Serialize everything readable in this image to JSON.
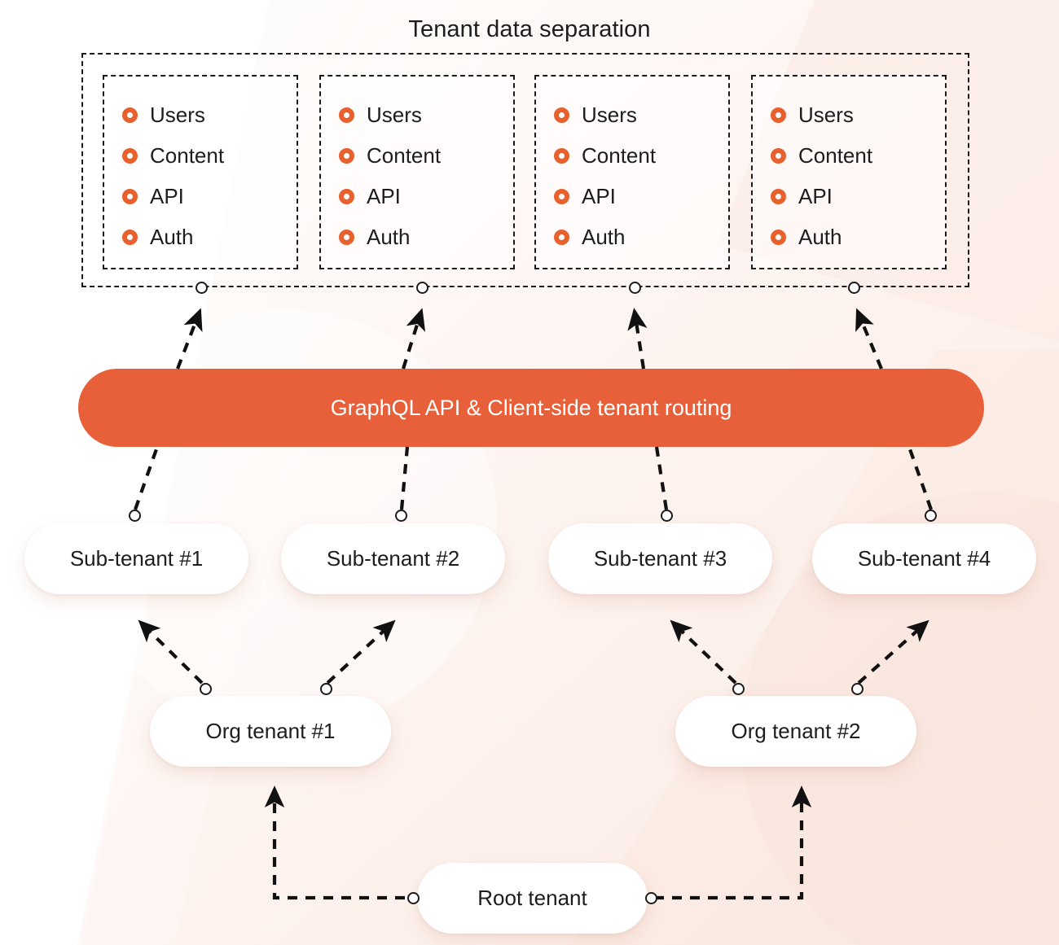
{
  "title": "Tenant data separation",
  "colors": {
    "accent": "#E8603A",
    "bullet": "#E8602C",
    "background": "#FDF1EC",
    "node_fill": "#FFFFFF",
    "stroke": "#1B1B1B",
    "text": "#1D1D1F",
    "bar_text": "#FFFFFF"
  },
  "separation_group": {
    "label": "Tenant data separation",
    "border_style": "dashed",
    "tenant_boxes": [
      {
        "id": "tenant-box-1",
        "items": [
          "Users",
          "Content",
          "API",
          "Auth"
        ]
      },
      {
        "id": "tenant-box-2",
        "items": [
          "Users",
          "Content",
          "API",
          "Auth"
        ]
      },
      {
        "id": "tenant-box-3",
        "items": [
          "Users",
          "Content",
          "API",
          "Auth"
        ]
      },
      {
        "id": "tenant-box-4",
        "items": [
          "Users",
          "Content",
          "API",
          "Auth"
        ]
      }
    ],
    "bullet_icon": "ring-bullet-icon"
  },
  "api_bar": {
    "label": "GraphQL API & Client-side tenant routing"
  },
  "sub_tenants": [
    {
      "label": "Sub-tenant #1"
    },
    {
      "label": "Sub-tenant #2"
    },
    {
      "label": "Sub-tenant #3"
    },
    {
      "label": "Sub-tenant #4"
    }
  ],
  "org_tenants": [
    {
      "label": "Org tenant #1"
    },
    {
      "label": "Org tenant #2"
    }
  ],
  "root_tenant": {
    "label": "Root tenant"
  },
  "connections": [
    {
      "from": "Sub-tenant #1",
      "to": "GraphQL API & Client-side tenant routing",
      "style": "dashed",
      "arrow": false
    },
    {
      "from": "Sub-tenant #2",
      "to": "GraphQL API & Client-side tenant routing",
      "style": "dashed",
      "arrow": false
    },
    {
      "from": "Sub-tenant #3",
      "to": "GraphQL API & Client-side tenant routing",
      "style": "dashed",
      "arrow": false
    },
    {
      "from": "Sub-tenant #4",
      "to": "GraphQL API & Client-side tenant routing",
      "style": "dashed",
      "arrow": false
    },
    {
      "from": "GraphQL API & Client-side tenant routing",
      "to": "tenant-box-1",
      "style": "dashed",
      "arrow": true
    },
    {
      "from": "GraphQL API & Client-side tenant routing",
      "to": "tenant-box-2",
      "style": "dashed",
      "arrow": true
    },
    {
      "from": "GraphQL API & Client-side tenant routing",
      "to": "tenant-box-3",
      "style": "dashed",
      "arrow": true
    },
    {
      "from": "GraphQL API & Client-side tenant routing",
      "to": "tenant-box-4",
      "style": "dashed",
      "arrow": true
    },
    {
      "from": "Org tenant #1",
      "to": "Sub-tenant #1",
      "style": "dashed",
      "arrow": true
    },
    {
      "from": "Org tenant #1",
      "to": "Sub-tenant #2",
      "style": "dashed",
      "arrow": true
    },
    {
      "from": "Org tenant #2",
      "to": "Sub-tenant #3",
      "style": "dashed",
      "arrow": true
    },
    {
      "from": "Org tenant #2",
      "to": "Sub-tenant #4",
      "style": "dashed",
      "arrow": true
    },
    {
      "from": "Root tenant",
      "to": "Org tenant #1",
      "style": "dashed",
      "arrow": true
    },
    {
      "from": "Root tenant",
      "to": "Org tenant #2",
      "style": "dashed",
      "arrow": true
    }
  ]
}
